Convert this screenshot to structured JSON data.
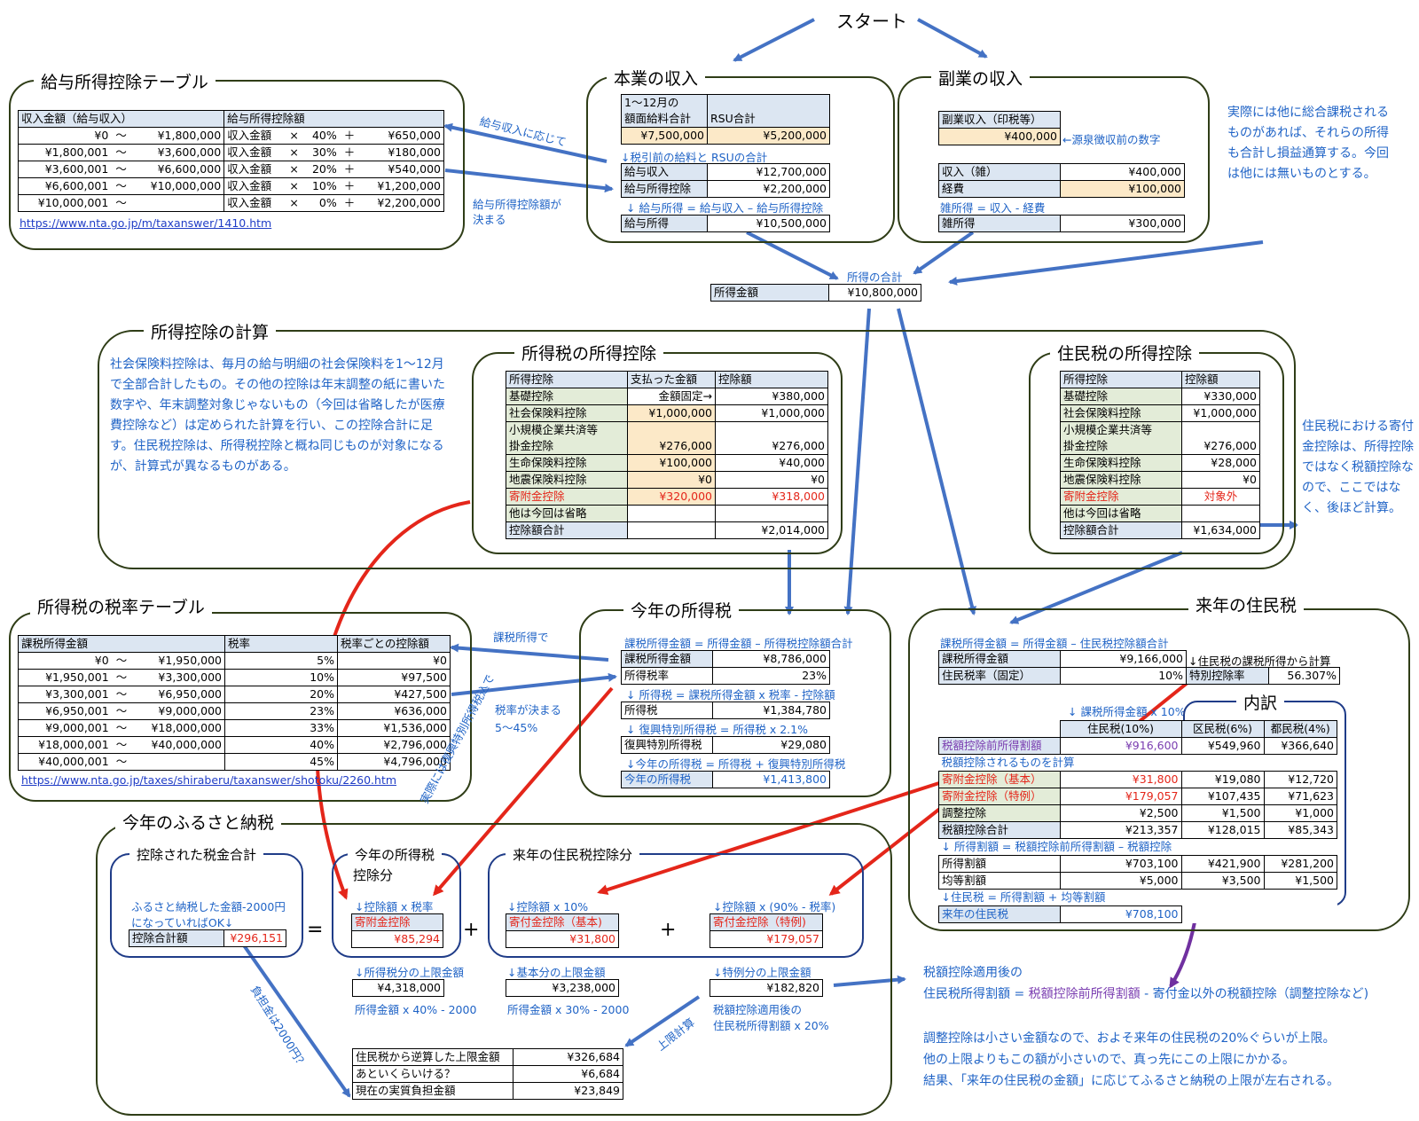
{
  "start": "スタート",
  "kyuyo_table": {
    "title": "給与所得控除テーブル",
    "headers": [
      "収入金額（給与収入）",
      "給与所得控除額"
    ],
    "rows": [
      [
        "¥0",
        "～",
        "¥1,800,000",
        "収入金額",
        "×",
        "40%",
        "＋",
        "¥650,000"
      ],
      [
        "¥1,800,001",
        "～",
        "¥3,600,000",
        "収入金額",
        "×",
        "30%",
        "＋",
        "¥180,000"
      ],
      [
        "¥3,600,001",
        "～",
        "¥6,600,000",
        "収入金額",
        "×",
        "20%",
        "＋",
        "¥540,000"
      ],
      [
        "¥6,600,001",
        "～",
        "¥10,000,000",
        "収入金額",
        "×",
        "10%",
        "＋",
        "¥1,200,000"
      ],
      [
        "¥10,000,001",
        "～",
        "",
        "収入金額",
        "×",
        "0%",
        "＋",
        "¥2,200,000"
      ]
    ],
    "link": "https://www.nta.go.jp/m/taxanswer/1410.htm"
  },
  "honbu": {
    "title": "本業の収入",
    "h1a": "1～12月の",
    "h1b": "額面給料合計",
    "h2": "RSU合計",
    "v1": "¥7,500,000",
    "v2": "¥5,200,000",
    "note1": "↓税引前の給料と RSUの合計",
    "r1": [
      "給与収入",
      "¥12,700,000"
    ],
    "r2": [
      "給与所得控除",
      "¥2,200,000"
    ],
    "note2": "↓ 給与所得 = 給与収入 – 給与所得控除",
    "r3": [
      "給与所得",
      "¥10,500,000"
    ]
  },
  "fukugyo": {
    "title": "副業の収入",
    "h": "副業収入（印税等）",
    "v": "¥400,000",
    "vnote": "←源泉徴収前の数字",
    "r1": [
      "収入（雑）",
      "¥400,000"
    ],
    "r2": [
      "経費",
      "¥100,000"
    ],
    "note": "雑所得 = 収入 - 経費",
    "r3": [
      "雑所得",
      "¥300,000"
    ]
  },
  "side_note": "実際には他に総合課税されるものがあれば、それらの所得も合計し損益通算する。今回は他には無いものとする。",
  "label_kyuyo_shunyu": "給与収入に応じて",
  "label_kyuyo_kimaru": "給与所得控除額が決まる",
  "shotoku_total": {
    "note": "所得の合計",
    "label": "所得金額",
    "value": "¥10,800,000"
  },
  "shotoku_kojo": {
    "title": "所得控除の計算",
    "para": "社会保険料控除は、毎月の給与明細の社会保険料を1～12月で全部合計したもの。その他の控除は年末調整の紙に書いた数字や、年末調整対象じゃないもの（今回は省略したが医療費控除など）は定められた計算を行い、この控除合計に足す。住民税控除は、所得税控除と概ね同じものが対象になるが、計算式が異なるものがある。"
  },
  "shotokuzei_kojo": {
    "title": "所得税の所得控除",
    "headers": [
      "所得控除",
      "支払った金額",
      "控除額"
    ],
    "rows": [
      [
        "基礎控除",
        "金額固定→",
        "¥380,000"
      ],
      [
        "社会保険料控除",
        "¥1,000,000",
        "¥1,000,000"
      ],
      [
        "小規模企業共済等",
        "",
        ""
      ],
      [
        "掛金控除",
        "¥276,000",
        "¥276,000"
      ],
      [
        "生命保険料控除",
        "¥100,000",
        "¥40,000"
      ],
      [
        "地震保険料控除",
        "¥0",
        "¥0"
      ],
      [
        "寄附金控除",
        "¥320,000",
        "¥318,000"
      ],
      [
        "他は今回は省略",
        "",
        ""
      ],
      [
        "控除額合計",
        "",
        "¥2,014,000"
      ]
    ]
  },
  "juminzei_kojo": {
    "title": "住民税の所得控除",
    "headers": [
      "所得控除",
      "控除額"
    ],
    "rows": [
      [
        "基礎控除",
        "¥330,000"
      ],
      [
        "社会保険料控除",
        "¥1,000,000"
      ],
      [
        "小規模企業共済等",
        ""
      ],
      [
        "掛金控除",
        "¥276,000"
      ],
      [
        "生命保険料控除",
        "¥28,000"
      ],
      [
        "地震保険料控除",
        "¥0"
      ],
      [
        "寄附金控除",
        "対象外"
      ],
      [
        "他は今回は省略",
        ""
      ],
      [
        "控除額合計",
        "¥1,634,000"
      ]
    ],
    "side": "住民税における寄付金控除は、所得控除ではなく税額控除なので、ここではなく、後ほど計算。"
  },
  "zeiritsu_table": {
    "title": "所得税の税率テーブル",
    "headers": [
      "課税所得金額",
      "税率",
      "税率ごとの控除額"
    ],
    "rows": [
      [
        "¥0",
        "～",
        "¥1,950,000",
        "5%",
        "¥0"
      ],
      [
        "¥1,950,001",
        "～",
        "¥3,300,000",
        "10%",
        "¥97,500"
      ],
      [
        "¥3,300,001",
        "～",
        "¥6,950,000",
        "20%",
        "¥427,500"
      ],
      [
        "¥6,950,001",
        "～",
        "¥9,000,000",
        "23%",
        "¥636,000"
      ],
      [
        "¥9,000,001",
        "～",
        "¥18,000,000",
        "33%",
        "¥1,536,000"
      ],
      [
        "¥18,000,001",
        "～",
        "¥40,000,000",
        "40%",
        "¥2,796,000"
      ],
      [
        "¥40,000,001",
        "～",
        "",
        "45%",
        "¥4,796,000"
      ]
    ],
    "link": "https://www.nta.go.jp/taxes/shiraberu/taxanswer/shotoku/2260.htm"
  },
  "label_kazei_de": "課税所得で",
  "label_zeiritsu": "税率が決まる",
  "label_zeiritsu_range": "5～45%",
  "kotoshi_shotokuzei": {
    "title": "今年の所得税",
    "note1": "課税所得金額 = 所得金額 – 所得税控除額合計",
    "r1": [
      "課税所得金額",
      "¥8,786,000"
    ],
    "r2": [
      "所得税率",
      "23%"
    ],
    "note2": "↓ 所得税 = 課税所得金額 x 税率 - 控除額",
    "r3": [
      "所得税",
      "¥1,384,780"
    ],
    "note3": "↓ 復興特別所得税 = 所得税 x 2.1%",
    "r4": [
      "復興特別所得税",
      "¥29,080"
    ],
    "note4": "↓今年の所得税 = 所得税 + 復興特別所得税",
    "r5": [
      "今年の所得税",
      "¥1,413,800"
    ]
  },
  "label_fukko": "実際には復興特別所得税込で",
  "rainen_juminzei": {
    "title": "来年の住民税",
    "note1": "課税所得金額 = 所得金額 – 住民税控除額合計",
    "r1": [
      "課税所得金額",
      "¥9,166,000"
    ],
    "r1note": "↓住民税の課税所得から計算",
    "r2": [
      "住民税率（固定）",
      "10%"
    ],
    "r2b": [
      "特別控除率",
      "56.307%"
    ],
    "note2": "↓ 課税所得金額 x 10%",
    "uchiwake": "内訳",
    "colh": [
      "住民税(10%)",
      "区民税(6%)",
      "都民税(4%)"
    ],
    "r3": [
      "税額控除前所得割額",
      "¥916,600",
      "¥549,960",
      "¥366,640"
    ],
    "note3": "税額控除されるものを計算",
    "r4": [
      "寄附金控除（基本）",
      "¥31,800",
      "¥19,080",
      "¥12,720"
    ],
    "r5": [
      "寄附金控除（特例）",
      "¥179,057",
      "¥107,435",
      "¥71,623"
    ],
    "r6": [
      "調整控除",
      "¥2,500",
      "¥1,500",
      "¥1,000"
    ],
    "r7": [
      "税額控除合計",
      "¥213,357",
      "¥128,015",
      "¥85,343"
    ],
    "note4": "↓ 所得割額 = 税額控除前所得割額 – 税額控除",
    "r8": [
      "所得割額",
      "¥703,100",
      "¥421,900",
      "¥281,200"
    ],
    "r9": [
      "均等割額",
      "¥5,000",
      "¥3,500",
      "¥1,500"
    ],
    "note5": "↓住民税 = 所得割額 + 均等割額",
    "r10": [
      "来年の住民税",
      "¥708,100"
    ]
  },
  "furusato": {
    "title": "今年のふるさと納税",
    "sub1_title": "控除された税金合計",
    "sub1_note1": "ふるさと納税した金額-2000円",
    "sub1_note2": "になっていればOK↓",
    "sub1_label": "控除合計額",
    "sub1_value": "¥296,151",
    "eq": "=",
    "plus": "+",
    "sub2_title1": "今年の所得税",
    "sub2_title2": "控除分",
    "sub2_note": "↓控除額 x 税率",
    "sub2_label": "寄附金控除",
    "sub2_value": "¥85,294",
    "sub3_title": "来年の住民税控除分",
    "sub3a_note": "↓控除額 x 10%",
    "sub3a_label": "寄付金控除（基本)",
    "sub3a_value": "¥31,800",
    "sub3b_note": "↓控除額 x (90% - 税率)",
    "sub3b_label": "寄付金控除（特例)",
    "sub3b_value": "¥179,057",
    "lim1_note": "↓所得税分の上限金額",
    "lim1_value": "¥4,318,000",
    "lim1_formula": "所得金額 x 40% - 2000",
    "lim2_note": "↓基本分の上限金額",
    "lim2_value": "¥3,238,000",
    "lim2_formula": "所得金額 x 30% - 2000",
    "lim3_note": "↓特例分の上限金額",
    "lim3_value": "¥182,820",
    "lim3_formula1": "税額控除適用後の",
    "lim3_formula2": "住民税所得割額 x 20%",
    "label_joken": "上限計算",
    "label_futan": "負担金は2000円？",
    "result": [
      [
        "住民税から逆算した上限金額",
        "¥326,684"
      ],
      [
        "あといくらいける？",
        "¥6,684"
      ],
      [
        "現在の実質負担金額",
        "¥23,849"
      ]
    ]
  },
  "bottom_note": {
    "l1": "税額控除適用後の",
    "l2a": "住民税所得割額 = ",
    "l2b": "税額控除前所得割額",
    "l2c": " - ",
    "l2d": "寄付金以外の税額控除（調整控除など)",
    "p1": "調整控除は小さい金額なので、およそ来年の住民税の20%ぐらいが上限。",
    "p2": "他の上限よりもこの額が小さいので、真っ先にこの上限にかかる。",
    "p3": "結果、「来年の住民税の金額」に応じてふるさと納税の上限が左右される。"
  },
  "colors": {
    "frame": "#2f3d17",
    "blue_text": "#1f63c6",
    "arrow_blue": "#4472c4",
    "arrow_red": "#e4261a",
    "arrow_purple": "#7030a0",
    "cell_blue": "#dce6f2",
    "cell_green": "#e3ecd8",
    "cell_orange": "#fce9c8"
  }
}
